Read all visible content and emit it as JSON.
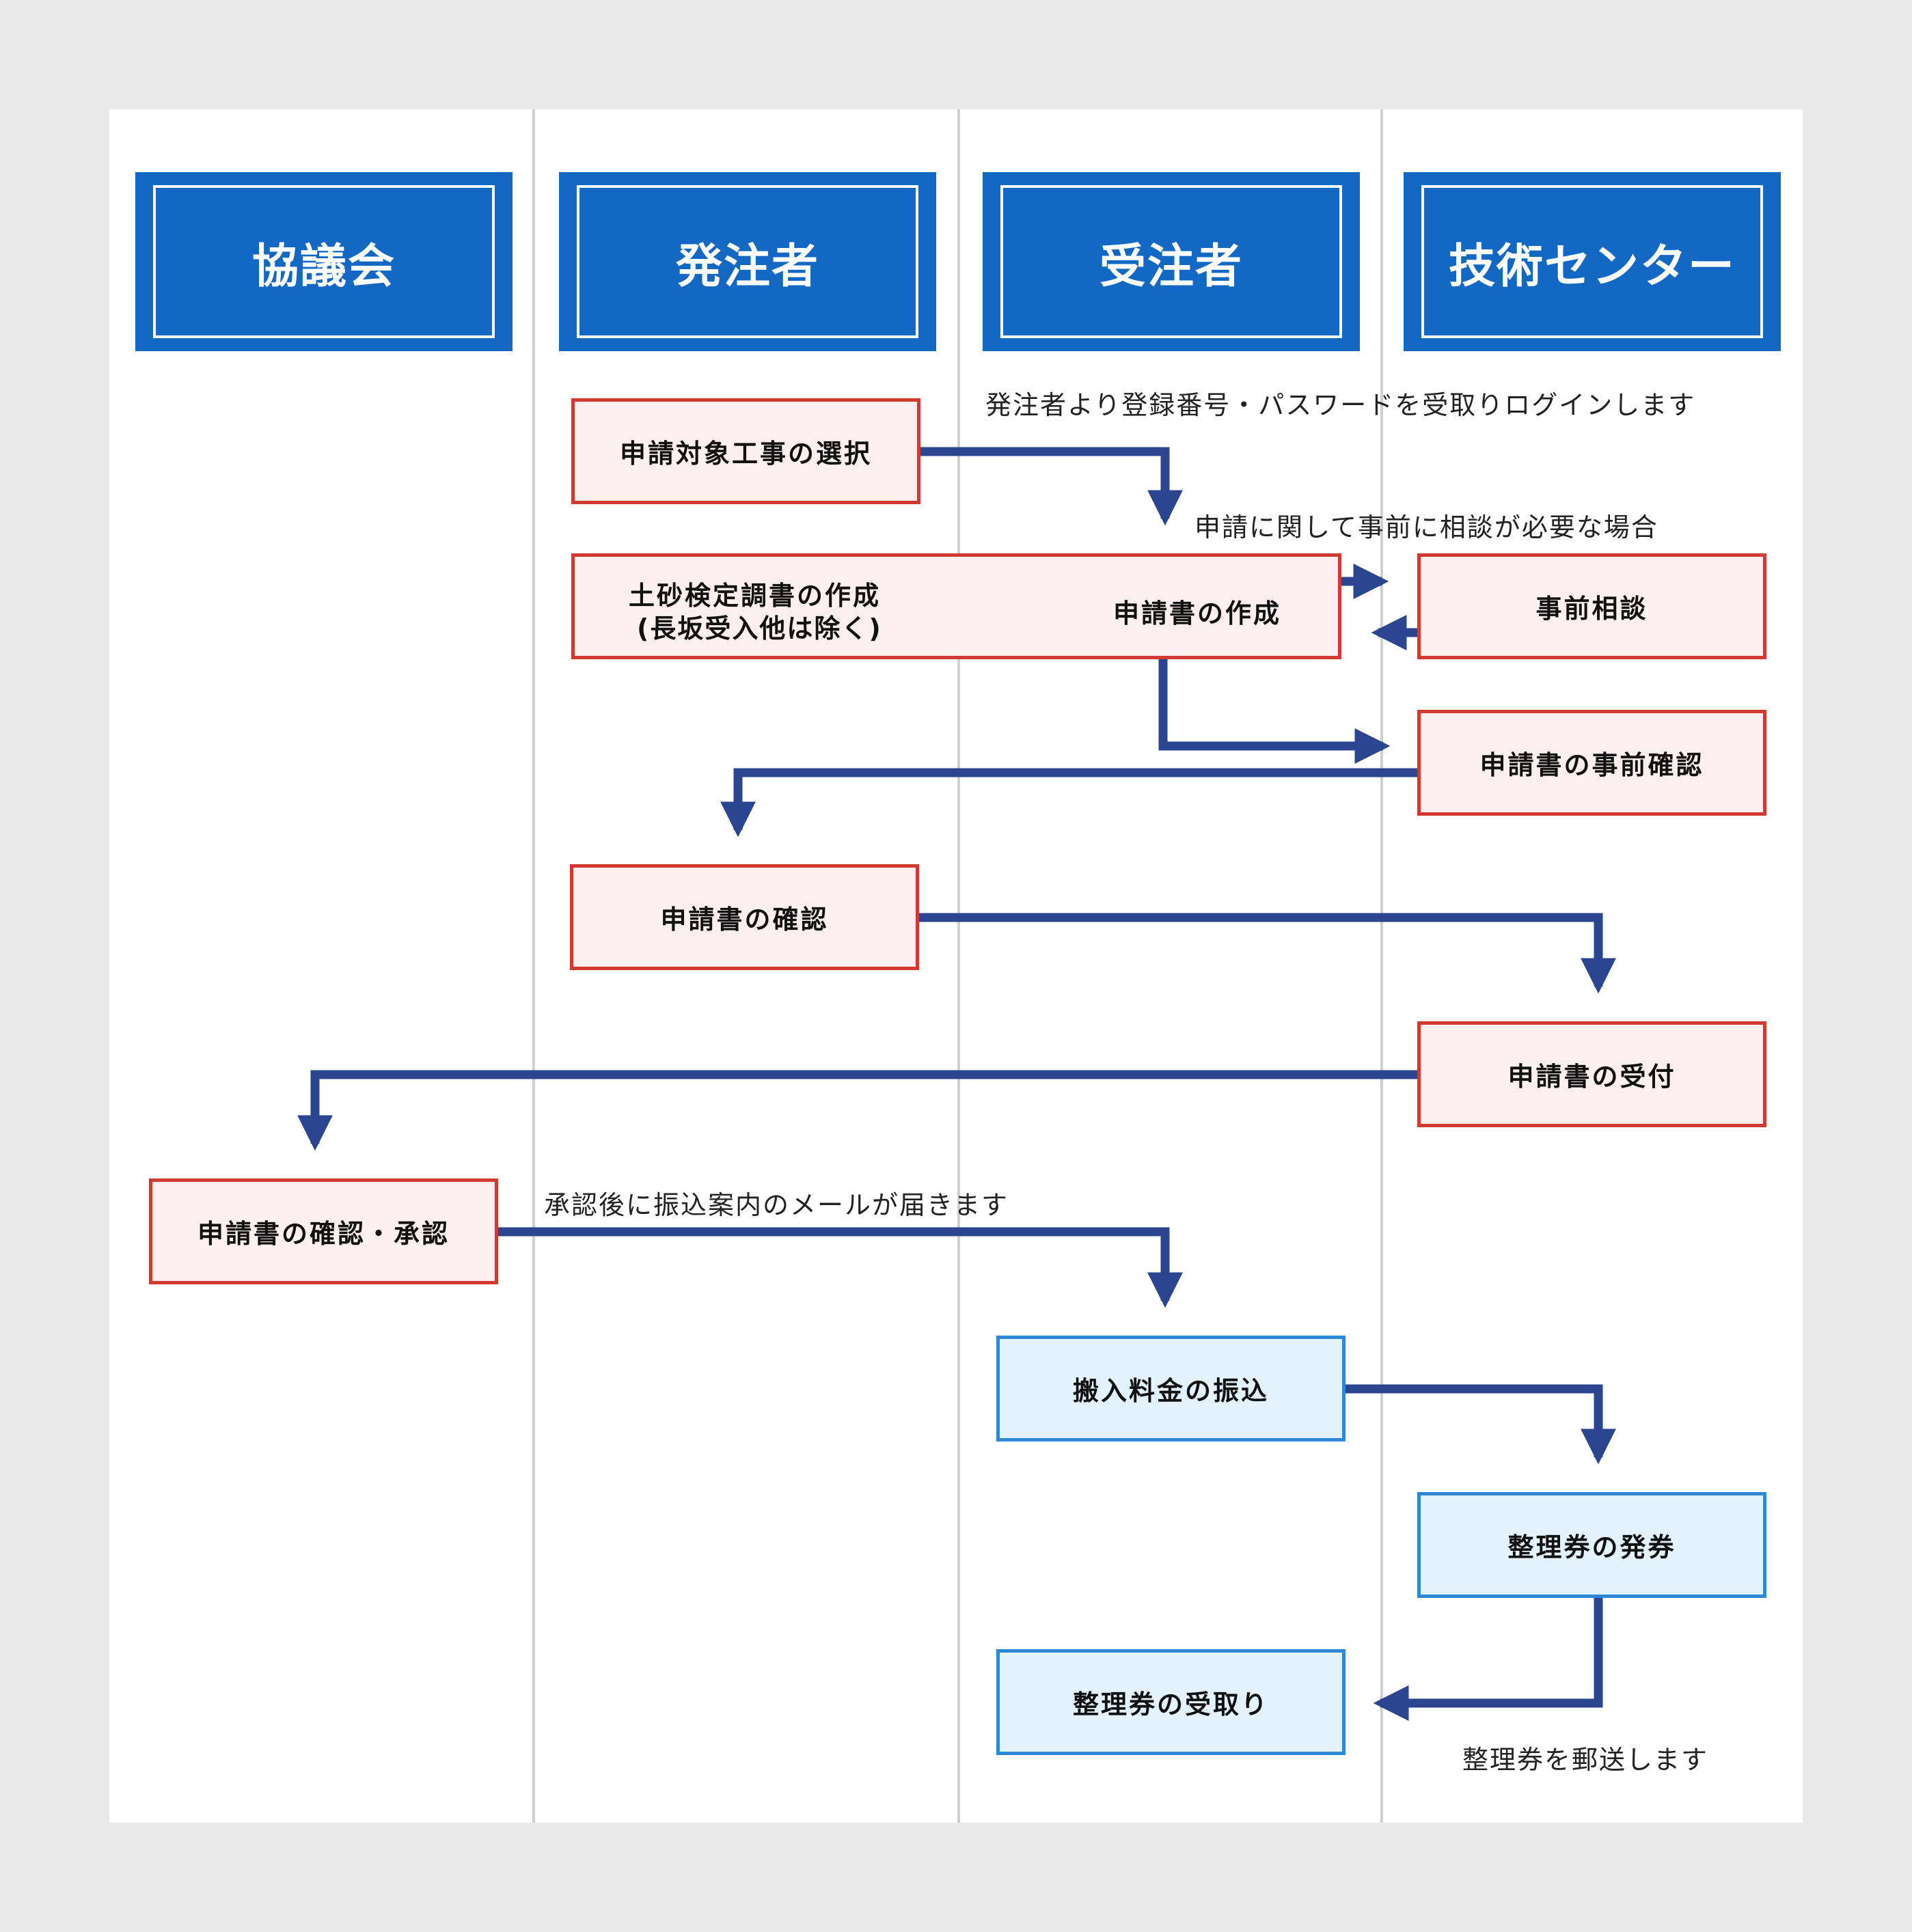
{
  "lanes": [
    "協議会",
    "発注者",
    "受注者",
    "技術センター"
  ],
  "boxes": {
    "select_work": "申請対象工事の選択",
    "soil_report_title": "土砂検定調書の作成",
    "soil_report_note": "(長坂受入他は除く)",
    "create_application": "申請書の作成",
    "pre_consult": "事前相談",
    "pre_check": "申請書の事前確認",
    "confirm_application": "申請書の確認",
    "receive_application": "申請書の受付",
    "confirm_approve": "申請書の確認・承認",
    "pay_fee": "搬入料金の振込",
    "issue_ticket": "整理券の発券",
    "receive_ticket": "整理券の受取り"
  },
  "notes": {
    "login": "発注者より登録番号・パスワードを受取りログインします",
    "consult_case": "申請に関して事前に相談が必要な場合",
    "payment_mail": "承認後に振込案内のメールが届きます",
    "mail_ticket": "整理券を郵送します"
  },
  "colors": {
    "header": "#1268c3",
    "arrow": "#2b4590",
    "red_border": "#d23a31",
    "red_fill": "#fbf0ef",
    "blue_border": "#2f88d6",
    "blue_fill": "#e3f2fc"
  }
}
